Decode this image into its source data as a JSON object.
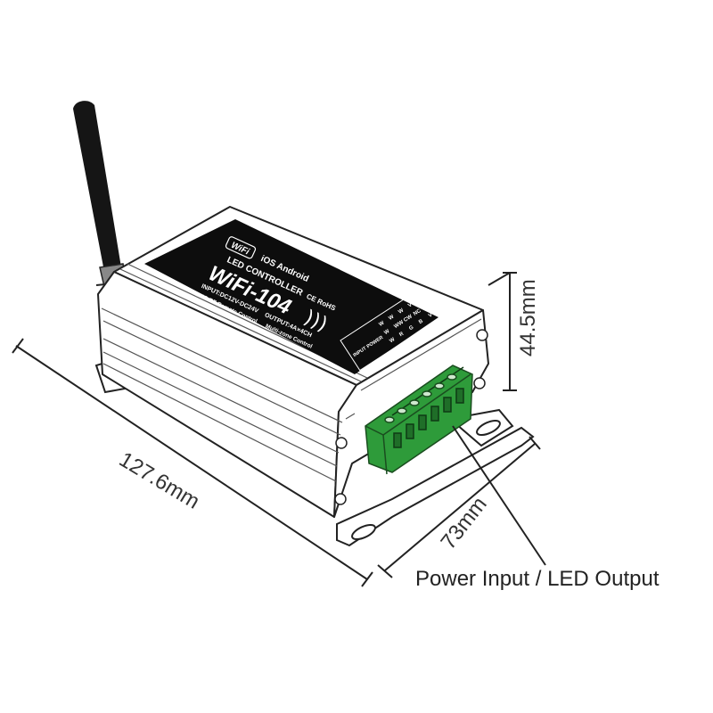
{
  "dimensions": {
    "length": "127.6mm",
    "width": "73mm",
    "height": "44.5mm"
  },
  "caption": "Power Input / LED Output",
  "label": {
    "wifi_badge": "WiFi",
    "platforms": "iOS Android",
    "title": "LED CONTROLLER",
    "certs": "CE RoHS",
    "model": "WiFi-104",
    "input": "INPUT:DC12V-DC24V",
    "output": "OUTPUT:4A×4CH",
    "remote": "2.4G RF Remote Control",
    "multizone": "Multi-zone Control",
    "power": "INPUT POWER"
  },
  "terminal_labels": {
    "row1": [
      "V+",
      "V+",
      "W",
      "W",
      "W"
    ],
    "row2": [
      "V+",
      "NC",
      "CW",
      "WW",
      "W"
    ],
    "row3": [
      "V+",
      "B",
      "G",
      "R",
      "W"
    ]
  },
  "colors": {
    "line": "#222222",
    "terminal": "#2e9b3a",
    "label_bg": "#0d0d0d"
  }
}
